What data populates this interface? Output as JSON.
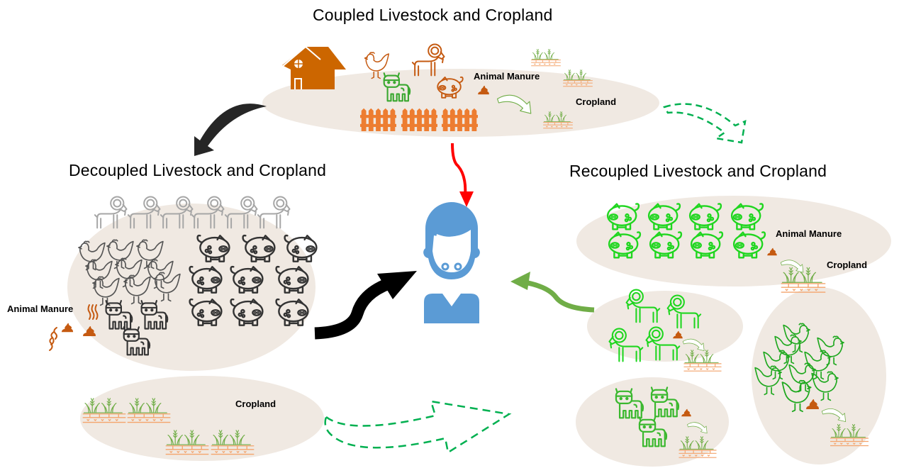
{
  "titles": {
    "coupled": "Coupled Livestock and Cropland",
    "decoupled": "Decoupled Livestock and Cropland",
    "recoupled": "Recoupled Livestock and Cropland"
  },
  "labels": {
    "coupled_manure": "Animal Manure",
    "coupled_cropland": "Cropland",
    "decoupled_manure": "Animal Manure",
    "decoupled_cropland": "Cropland",
    "recoupled_manure": "Animal Manure",
    "recoupled_cropland": "Cropland"
  },
  "colors": {
    "background_ellipse": "#f0e9e2",
    "coupled_livestock": "#c55a11",
    "fence": "#ed7d31",
    "barn": "#cc6600",
    "decoupled_goats": "#a6a6a6",
    "decoupled_livestock": "#3a3a3a",
    "recoupled_livestock": "#1fd61f",
    "crop_plant": "#70ad47",
    "crop_soil": "#f4a46c",
    "manure": "#c55a11",
    "person": "#5b9bd5",
    "arrow_black": "#111111",
    "arrow_red": "#ff0000",
    "arrow_green": "#70ad47",
    "arrow_dashed": "#00b050"
  },
  "nodes": {
    "coupled": {
      "goats": 1,
      "chickens": 1,
      "cows": 1,
      "pigs": 1,
      "fences": 3,
      "crop_plots": 3
    },
    "decoupled": {
      "goats": 6,
      "chickens": 9,
      "cows": 3,
      "pigs": 9,
      "crop_plots": 4
    },
    "recoupled_pigs": {
      "pigs": 8,
      "crop_plots": 1
    },
    "recoupled_goats": {
      "goats": 4,
      "crop_plots": 1
    },
    "recoupled_cows": {
      "cows": 3,
      "crop_plots": 1
    },
    "recoupled_chickens": {
      "chickens": 9,
      "crop_plots": 1
    },
    "center": {
      "icon": "person-icon"
    }
  },
  "edges": [
    {
      "from": "coupled",
      "to": "decoupled",
      "style": "solid-black"
    },
    {
      "from": "coupled",
      "to": "recoupled",
      "style": "dashed-green"
    },
    {
      "from": "coupled",
      "to": "person",
      "style": "solid-red"
    },
    {
      "from": "decoupled",
      "to": "person",
      "style": "solid-black"
    },
    {
      "from": "recoupled",
      "to": "person",
      "style": "solid-green"
    },
    {
      "from": "decoupled",
      "to": "recoupled",
      "style": "dashed-green"
    }
  ]
}
